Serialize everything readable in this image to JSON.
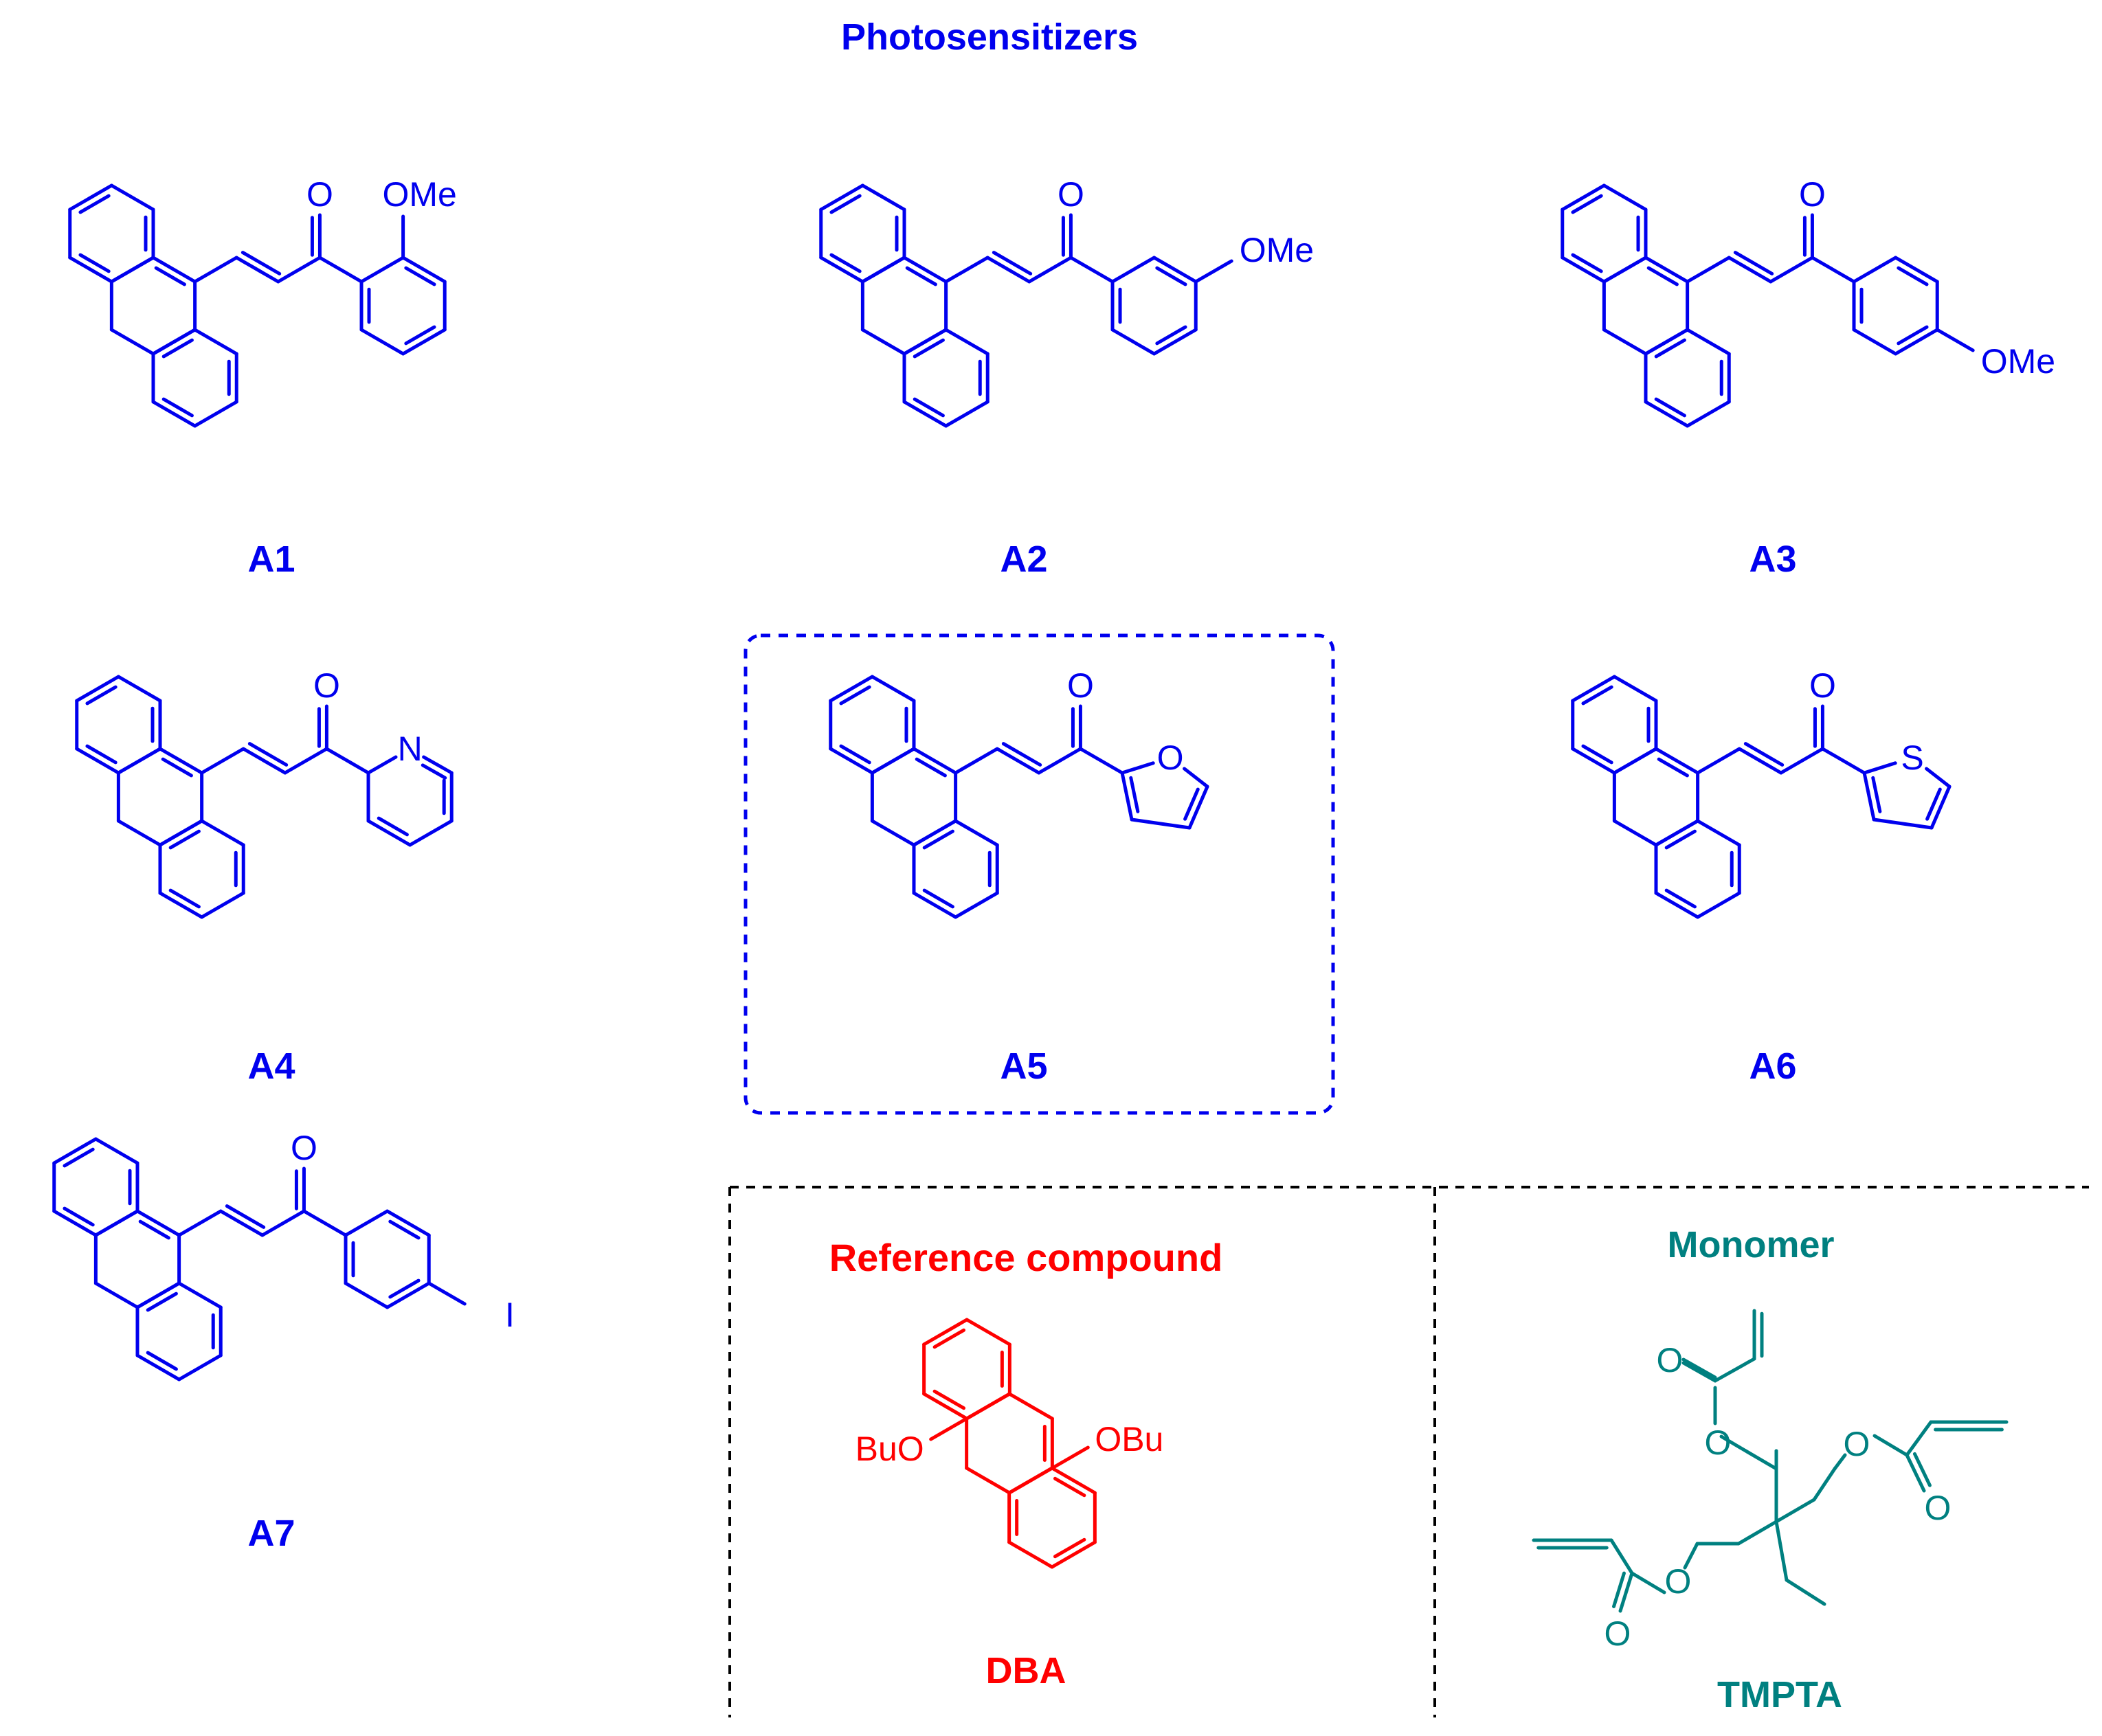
{
  "header": {
    "title": "Photosensitizers"
  },
  "colors": {
    "photosensitizer": "#0000ee",
    "reference": "#ff0000",
    "monomer": "#008080",
    "frame": "#000000"
  },
  "compounds": [
    {
      "id": "A1",
      "label": "A1",
      "highlighted": false,
      "substituent": "OMe",
      "ring": "phenyl",
      "substituent_position": "ortho"
    },
    {
      "id": "A2",
      "label": "A2",
      "highlighted": false,
      "substituent": "OMe",
      "ring": "phenyl",
      "substituent_position": "meta"
    },
    {
      "id": "A3",
      "label": "A3",
      "highlighted": false,
      "substituent": "OMe",
      "ring": "phenyl",
      "substituent_position": "para"
    },
    {
      "id": "A4",
      "label": "A4",
      "highlighted": false,
      "heteroatom": "N",
      "ring": "pyridin-2-yl"
    },
    {
      "id": "A5",
      "label": "A5",
      "highlighted": true,
      "heteroatom": "O",
      "ring": "furan-2-yl"
    },
    {
      "id": "A6",
      "label": "A6",
      "highlighted": false,
      "heteroatom": "S",
      "ring": "thiophen-2-yl"
    },
    {
      "id": "A7",
      "label": "A7",
      "highlighted": false,
      "substituent": "I",
      "ring": "phenyl",
      "substituent_position": "para"
    }
  ],
  "atoms": {
    "carbonyl_oxygen": "O"
  },
  "reference": {
    "title": "Reference compound",
    "label": "DBA",
    "substituent_right": "OBu",
    "substituent_left": "BuO"
  },
  "monomer": {
    "title": "Monomer",
    "label": "TMPTA",
    "ester_oxygen": "O",
    "carbonyl_oxygen": "O"
  }
}
